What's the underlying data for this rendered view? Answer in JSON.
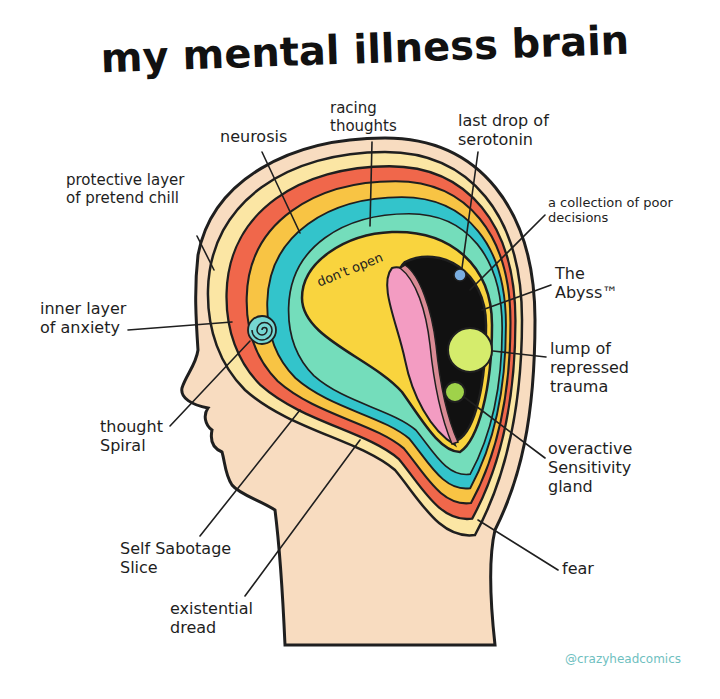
{
  "diagram": {
    "title": "my mental illness brain",
    "labels": [
      "neurosis",
      "racing thoughts",
      "last drop of serotonin",
      "a collection of poor decisions",
      "protective layer of pretend chill",
      "inner layer of anxiety",
      "The Abyss™",
      "don't open",
      "lump of repressed trauma",
      "thought Spiral",
      "overactive Sensitivity gland",
      "Self Sabotage Slice",
      "fear",
      "existential dread",
      "@crazyheadcomics"
    ]
  }
}
